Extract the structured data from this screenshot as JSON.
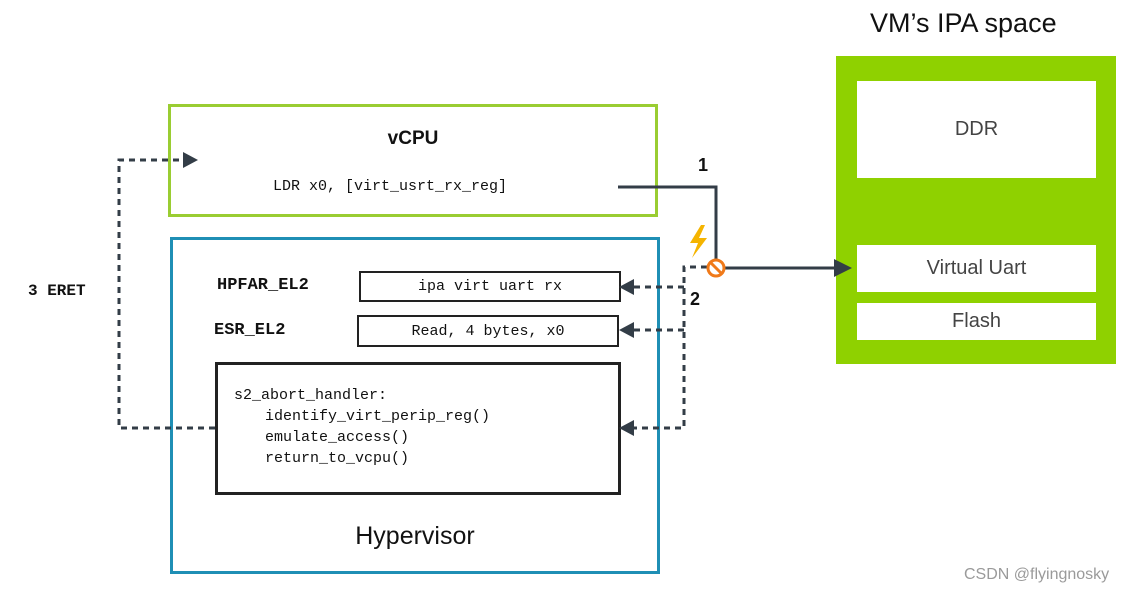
{
  "vcpu": {
    "title": "vCPU",
    "instruction": "LDR x0, [virt_usrt_rx_reg]"
  },
  "hypervisor": {
    "label": "Hypervisor",
    "registers": [
      {
        "name": "HPFAR_EL2",
        "value": "ipa virt uart rx"
      },
      {
        "name": "ESR_EL2",
        "value": "Read, 4 bytes, x0"
      }
    ],
    "handler_code": [
      "s2_abort_handler:",
      "identify_virt_perip_reg()",
      "emulate_access()",
      "return_to_vcpu()"
    ]
  },
  "steps": {
    "step1": "1",
    "step2": "2",
    "step3": "3 ERET"
  },
  "vm_space": {
    "title": "VM’s IPA space",
    "regions": [
      "DDR",
      "Virtual Uart",
      "Flash"
    ]
  },
  "watermark": "CSDN @flyingnosky",
  "colors": {
    "vcpu_border": "#9acd32",
    "hypervisor_border": "#1f8fb5",
    "vm_frame": "#8fd100",
    "fault_marker": "#f07a1a",
    "lightning": "#f5b400",
    "arrow": "#333d47"
  },
  "icons": {
    "fault": "blocked-circle-icon",
    "exception": "lightning-bolt-icon"
  }
}
